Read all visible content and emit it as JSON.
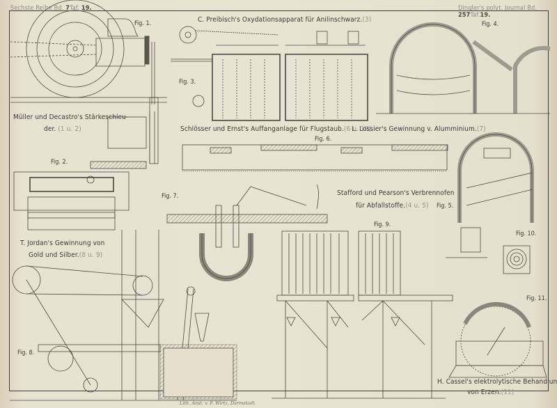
{
  "header": {
    "left": {
      "series": "Sechste Reihe Bd.",
      "volume": "7",
      "plate_prefix": "Taf.",
      "plate": "19."
    },
    "right": {
      "journal": "Dingler's polyt. Journal Bd.",
      "volume": "257",
      "plate_prefix": "Taf.",
      "plate": "19."
    }
  },
  "captions": [
    {
      "id": "preibisch",
      "text": "C. Preibisch's Oxydationsapparat für Anilinschwarz.",
      "ref": "(3)"
    },
    {
      "id": "mueller_line1",
      "text": "Müller und Decastro's Stärkeschleu-"
    },
    {
      "id": "mueller_line2",
      "text": "der.",
      "ref": "(1 u. 2)"
    },
    {
      "id": "schloesser",
      "text": "Schlösser und Ernst's Auffanganlage für Flugstaub.",
      "ref": "(6 u. 10)"
    },
    {
      "id": "lossier",
      "text": "L. Lossier's Gewinnung v. Alumminium.",
      "ref": "(7)"
    },
    {
      "id": "stafford_line1",
      "text": "Stafford und Pearson's Verbrennofen"
    },
    {
      "id": "stafford_line2",
      "text": "für Abfallstoffe.",
      "ref": "(4 u. 5)"
    },
    {
      "id": "jordan_line1",
      "text": "T. Jordan's Gewinnung von"
    },
    {
      "id": "jordan_line2",
      "text": "Gold und Silber.",
      "ref": "(8 u. 9)"
    },
    {
      "id": "cassel_line1",
      "text": "H. Cassel's elektrolytische Behandlung"
    },
    {
      "id": "cassel_line2",
      "text": "von Erzen.",
      "ref": "(11)"
    }
  ],
  "figures": [
    "Fig. 1.",
    "Fig. 2.",
    "Fig. 3.",
    "Fig. 4.",
    "Fig. 5.",
    "Fig. 6.",
    "Fig. 7.",
    "Fig. 8.",
    "Fig. 9.",
    "Fig. 10.",
    "Fig. 11."
  ],
  "imprint": "Lith. Anst. v. F. Wirtz, Darmstadt.",
  "colors": {
    "paper": "#e6dfcd",
    "ink": "#3a3834",
    "hatch": "#9e9a90",
    "ref_gray": "#98948c"
  }
}
